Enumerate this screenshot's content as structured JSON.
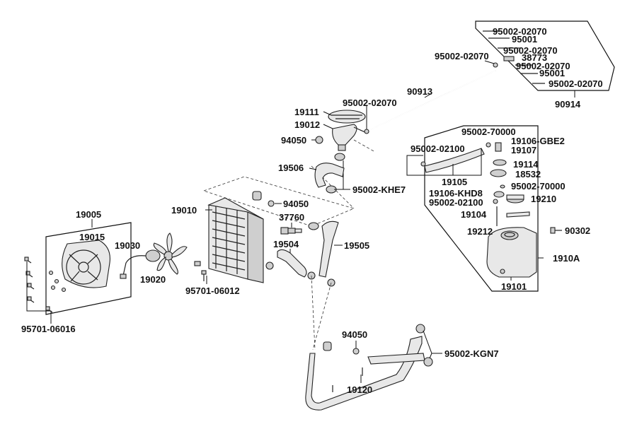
{
  "labels": {
    "l_19005": "19005",
    "l_19015": "19015",
    "l_19030": "19030",
    "l_19020": "19020",
    "l_95701_06016": "95701-06016",
    "l_19010": "19010",
    "l_95701_06012": "95701-06012",
    "l_94050_a": "94050",
    "l_37760": "37760",
    "l_19504": "19504",
    "l_19505": "19505",
    "l_19506": "19506",
    "l_95002_khe7": "95002-KHE7",
    "l_94050_b": "94050",
    "l_19111": "19111",
    "l_19012": "19012",
    "l_95002_02070_a": "95002-02070",
    "l_90913": "90913",
    "l_95002_02070_b": "95002-02070",
    "l_90914": "90914",
    "l_t1": "95002-02070",
    "l_t2": "95001",
    "l_t3": "95002-02070",
    "l_t4": "38773",
    "l_t5": "95002-02070",
    "l_t6": "95001",
    "l_t7": "95002-02070",
    "l_95002_70000_a": "95002-70000",
    "l_19106_gbe2": "19106-GBE2",
    "l_95002_02100_a": "95002-02100",
    "l_19107": "19107",
    "l_19114": "19114",
    "l_18532": "18532",
    "l_19105": "19105",
    "l_95002_70000_b": "95002-70000",
    "l_19106_khd8": "19106-KHD8",
    "l_19210": "19210",
    "l_95002_02100_b": "95002-02100",
    "l_19104": "19104",
    "l_19212": "19212",
    "l_90302": "90302",
    "l_1910a": "1910A",
    "l_19101": "19101",
    "l_94050_c": "94050",
    "l_95002_kgn7": "95002-KGN7",
    "l_19120": "19120"
  }
}
